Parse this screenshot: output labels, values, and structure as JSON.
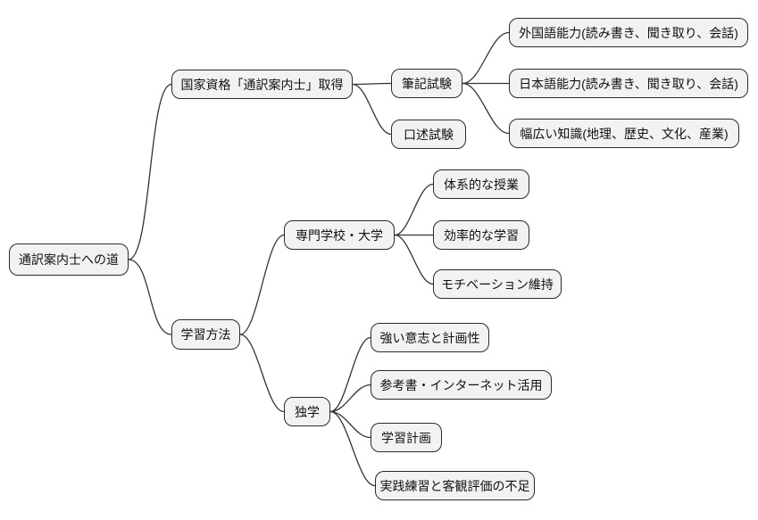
{
  "diagram": {
    "type": "mindmap",
    "background": "#ffffff",
    "node_fill": "#f2f2f2",
    "node_border": "#2b2b2b",
    "line_color": "#333333",
    "text_color": "#111111"
  },
  "tree": {
    "label": "通訳案内士への道",
    "children": [
      {
        "label": "国家資格「通訳案内士」取得",
        "children": [
          {
            "label": "筆記試験",
            "children": [
              {
                "label": "外国語能力(読み書き、聞き取り、会話)"
              },
              {
                "label": "日本語能力(読み書き、聞き取り、会話)"
              },
              {
                "label": "幅広い知識(地理、歴史、文化、産業)"
              }
            ]
          },
          {
            "label": "口述試験"
          }
        ]
      },
      {
        "label": "学習方法",
        "children": [
          {
            "label": "専門学校・大学",
            "children": [
              {
                "label": "体系的な授業"
              },
              {
                "label": "効率的な学習"
              },
              {
                "label": "モチベーション維持"
              }
            ]
          },
          {
            "label": "独学",
            "children": [
              {
                "label": "強い意志と計画性"
              },
              {
                "label": "参考書・インターネット活用"
              },
              {
                "label": "学習計画"
              },
              {
                "label": "実践練習と客観評価の不足"
              }
            ]
          }
        ]
      }
    ]
  }
}
